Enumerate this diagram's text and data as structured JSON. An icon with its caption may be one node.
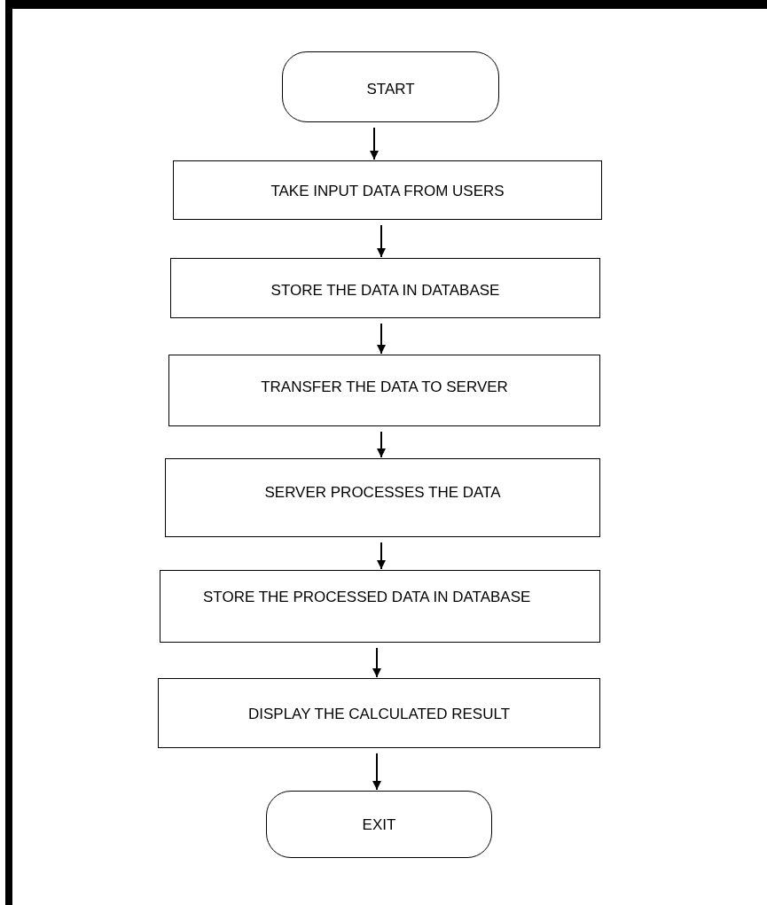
{
  "diagram": {
    "nodes": [
      {
        "text": [
          "START"
        ]
      },
      {
        "text": [
          "TAKE INPUT DATA FROM USERS"
        ]
      },
      {
        "text": [
          "STORE THE DATA IN DATABASE"
        ]
      },
      {
        "text": [
          "TRANSFER THE DATA TO SERVER"
        ]
      },
      {
        "text": [
          "SERVER PROCESSES THE DATA"
        ]
      },
      {
        "text": [
          "STORE THE PROCESSED DATA IN DATABASE"
        ]
      },
      {
        "text": [
          "DISPLAY THE CALCULATED RESULT"
        ]
      },
      {
        "text": [
          "EXIT"
        ]
      }
    ],
    "edges": [
      {
        "from": 0,
        "to": 1,
        "arrow": "to"
      },
      {
        "from": 1,
        "to": 2,
        "arrow": "to"
      },
      {
        "from": 2,
        "to": 3,
        "arrow": "to"
      },
      {
        "from": 3,
        "to": 4,
        "arrow": "to"
      },
      {
        "from": 4,
        "to": 5,
        "arrow": "to"
      },
      {
        "from": 5,
        "to": 6,
        "arrow": "to"
      },
      {
        "from": 6,
        "to": 7,
        "arrow": "to"
      }
    ]
  }
}
